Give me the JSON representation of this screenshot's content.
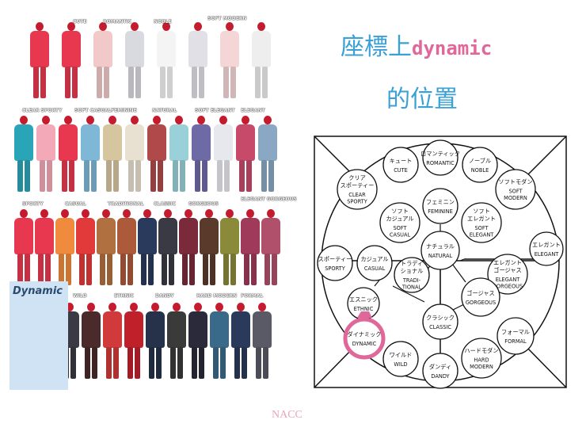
{
  "title": {
    "line1_main": "座標上",
    "line1_accent": "dynamic",
    "line2": "的位置"
  },
  "footer": "NACC",
  "collage": {
    "highlight_label": "Dynamic",
    "row_labels": [
      "CUTE",
      "ROMANTIC",
      "NOBLE",
      "SOFT MODERN",
      "CLEAR SPORTY",
      "SOFT CASUAL",
      "FEMININE",
      "NATURAL",
      "SOFT ELEGANT",
      "ELEGANT",
      "SPORTY",
      "CASUAL",
      "TRADITIONAL",
      "CLASSIC",
      "GORGEOUS",
      "ELEGANT GORGEOUS",
      "WILD",
      "ETHNIC",
      "DANDY",
      "HARD MODERN",
      "FORMAL"
    ]
  },
  "diagram": {
    "highlight_color": "#e0679a",
    "nodes": [
      {
        "id": "cute",
        "jp": [
          "キュート"
        ],
        "en": [
          "CUTE"
        ]
      },
      {
        "id": "romantic",
        "jp": [
          "ロマンティック"
        ],
        "en": [
          "ROMANTIC"
        ]
      },
      {
        "id": "noble",
        "jp": [
          "ノーブル"
        ],
        "en": [
          "NOBLE"
        ]
      },
      {
        "id": "clear-sporty",
        "jp": [
          "クリア",
          "スポーティー"
        ],
        "en": [
          "CLEAR",
          "SPORTY"
        ]
      },
      {
        "id": "soft-modern",
        "jp": [
          "ソフトモダン"
        ],
        "en": [
          "SOFT",
          "MODERN"
        ]
      },
      {
        "id": "feminine",
        "jp": [
          "フェミニン"
        ],
        "en": [
          "FEMININE"
        ]
      },
      {
        "id": "soft-casual",
        "jp": [
          "ソフト",
          "カジュアル"
        ],
        "en": [
          "SOFT",
          "CASUAL"
        ]
      },
      {
        "id": "soft-elegant",
        "jp": [
          "ソフト",
          "エレガント"
        ],
        "en": [
          "SOFT",
          "ELEGANT"
        ]
      },
      {
        "id": "natural",
        "jp": [
          "ナチュラル"
        ],
        "en": [
          "NATURAL"
        ]
      },
      {
        "id": "elegant",
        "jp": [
          "エレガント"
        ],
        "en": [
          "ELEGANT"
        ]
      },
      {
        "id": "sporty",
        "jp": [
          "スポーティー"
        ],
        "en": [
          "SPORTY"
        ]
      },
      {
        "id": "casual",
        "jp": [
          "カジュアル"
        ],
        "en": [
          "CASUAL"
        ]
      },
      {
        "id": "traditional",
        "jp": [
          "トラディ",
          "ショナル"
        ],
        "en": [
          "TRADI-",
          "TIONAL"
        ]
      },
      {
        "id": "elegant-gorgeous",
        "jp": [
          "エレガント",
          "ゴージャス"
        ],
        "en": [
          "ELEGANT",
          "GORGEOUS"
        ]
      },
      {
        "id": "ethnic",
        "jp": [
          "エスニック"
        ],
        "en": [
          "ETHNIC"
        ]
      },
      {
        "id": "gorgeous",
        "jp": [
          "ゴージャス"
        ],
        "en": [
          "GORGEOUS"
        ]
      },
      {
        "id": "classic",
        "jp": [
          "クラシック"
        ],
        "en": [
          "CLASSIC"
        ]
      },
      {
        "id": "dynamic",
        "jp": [
          "ダイナミック"
        ],
        "en": [
          "DYNAMIC"
        ]
      },
      {
        "id": "formal",
        "jp": [
          "フォーマル"
        ],
        "en": [
          "FORMAL"
        ]
      },
      {
        "id": "wild",
        "jp": [
          "ワイルド"
        ],
        "en": [
          "WILD"
        ]
      },
      {
        "id": "dandy",
        "jp": [
          "ダンディ"
        ],
        "en": [
          "DANDY"
        ]
      },
      {
        "id": "hard-modern",
        "jp": [
          "ハードモダン"
        ],
        "en": [
          "HARD",
          "MODERN"
        ]
      }
    ]
  }
}
